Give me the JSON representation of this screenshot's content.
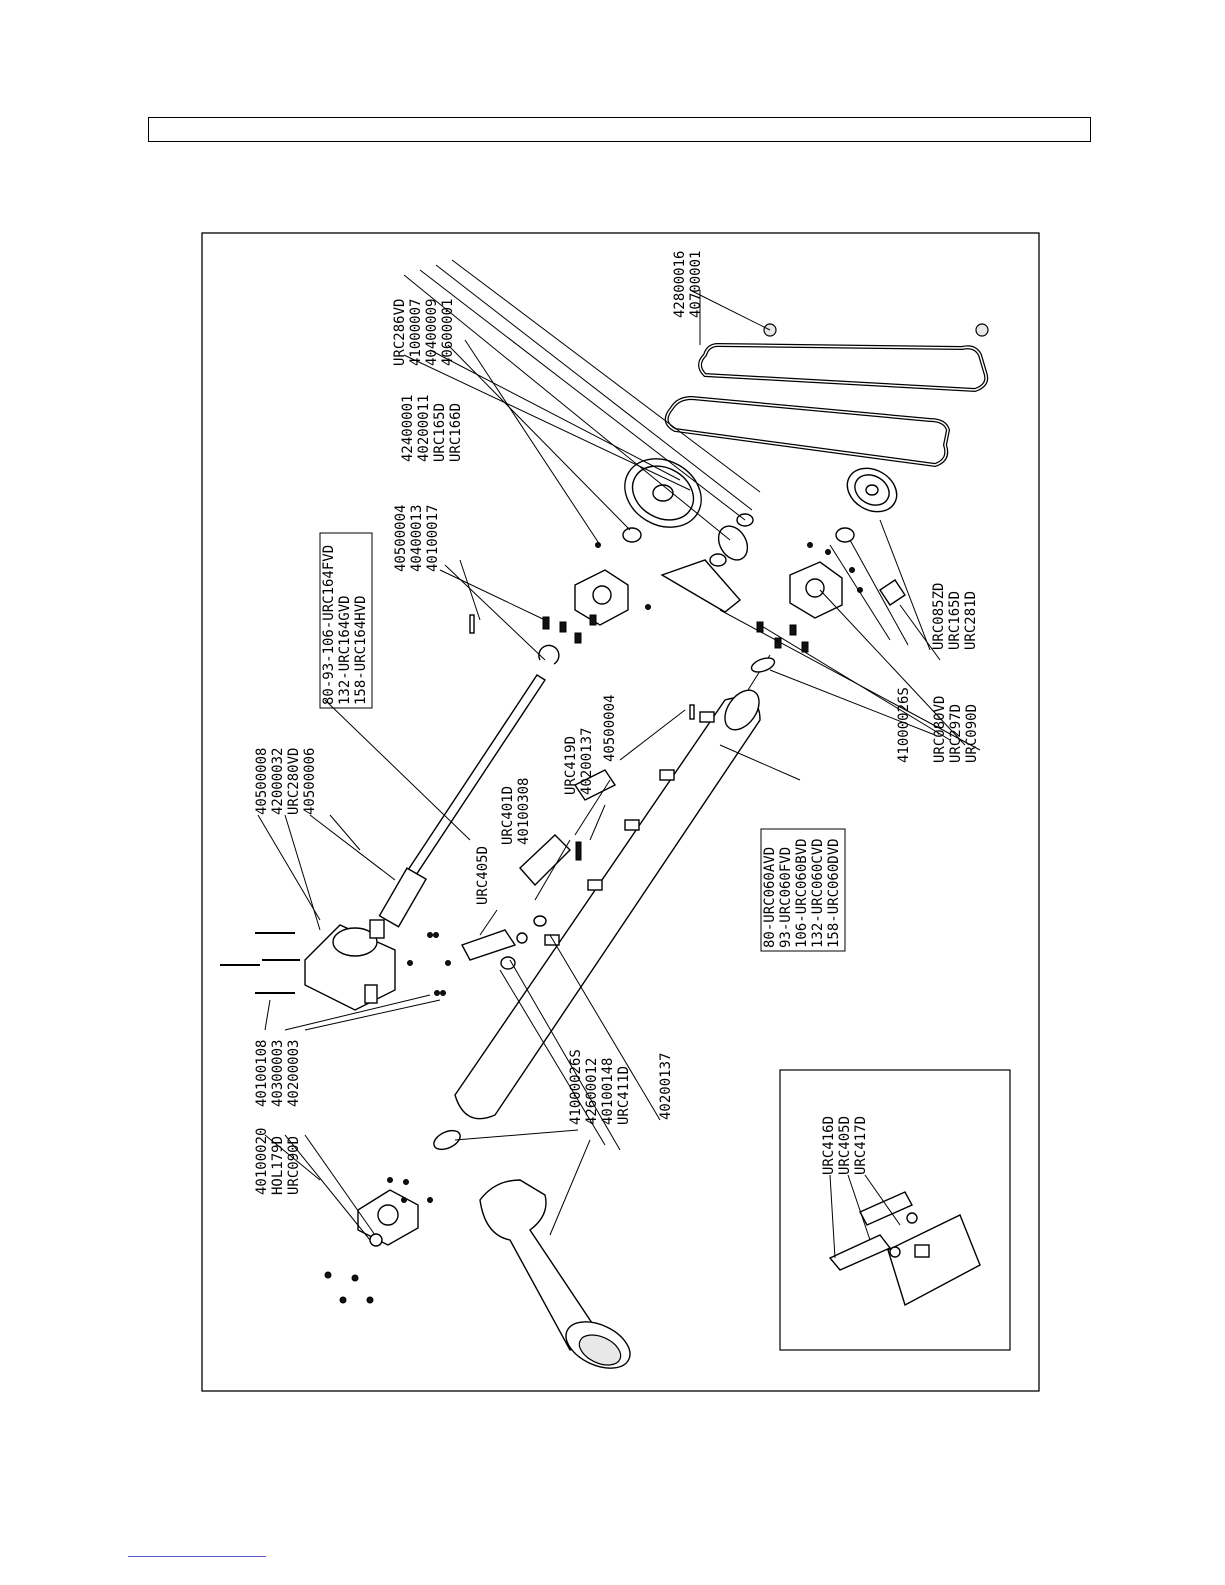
{
  "header": {
    "title": ""
  },
  "labels": {
    "g1": [
      "URC286VD",
      "41000007",
      "40400009",
      "40600001"
    ],
    "g2": [
      "42800016",
      "40700001"
    ],
    "g3": [
      "42400001",
      "40200011",
      "URC165D",
      "URC166D"
    ],
    "g4": [
      "40500004",
      "40400013",
      "40100017"
    ],
    "g5": [
      "80-93-106-URC164FVD",
      "132-URC164GVD",
      "158-URC164HVD"
    ],
    "g6": [
      "40500008",
      "42000032",
      "URC280VD",
      "40500006"
    ],
    "g7": [
      "URC419D",
      "40200137"
    ],
    "g8": [
      "40500004"
    ],
    "g9": [
      "URC401D",
      "40100308"
    ],
    "g10": [
      "URC405D"
    ],
    "g11": [
      "URC085ZD",
      "URC165D",
      "URC281D"
    ],
    "g12": [
      "41000026S"
    ],
    "g13": [
      "URC080VD",
      "URC297D",
      "URC090D"
    ],
    "g14": [
      "80-URC060AVD",
      "93-URC060FVD",
      "106-URC060BVD",
      "132-URC060CVD",
      "158-URC060DVD"
    ],
    "g15": [
      "40100020",
      "HOL179D",
      "URC090D"
    ],
    "g16": [
      "40100108",
      "40300003",
      "40200003"
    ],
    "g17": [
      "41000026S",
      "42600012",
      "40100148",
      "URC411D"
    ],
    "g18": [
      "40200137"
    ],
    "g19": [
      "URC416D",
      "URC405D",
      "URC417D"
    ]
  }
}
